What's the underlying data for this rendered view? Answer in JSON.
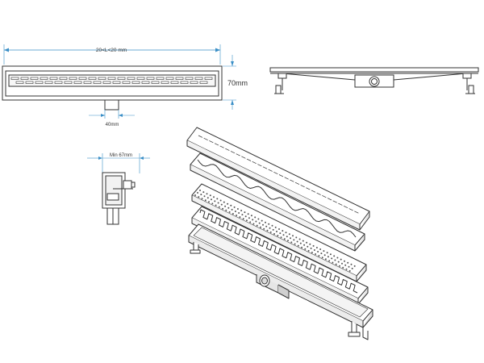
{
  "colors": {
    "line": "#333333",
    "dimension": "#3a8fc7",
    "fill_light": "#f2f2f2",
    "fill_mid": "#d9d9d9"
  },
  "labels": {
    "length": "20<L<20 mm",
    "height": "70mm",
    "outlet_width": "40mm",
    "min_depth": "Min 67mm"
  },
  "views": {
    "top_view": "drain-top-view",
    "side_view": "drain-side-elevation",
    "section_view": "drain-cross-section",
    "exploded_view": "drain-exploded-isometric"
  },
  "grates": [
    "wave-grate",
    "dotted-grate",
    "greek-key-grate",
    "channel-body"
  ]
}
